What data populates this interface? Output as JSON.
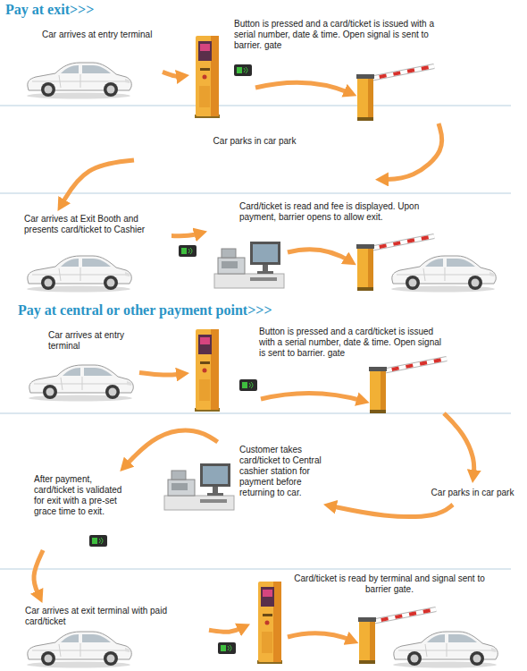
{
  "diagram": {
    "nodes": [
      {
        "text": [
          "Car arrives at entry terminal"
        ]
      },
      {
        "text": [
          "Button is pressed and a card/ticket is issued with a serial number, date & time. Open signal is sent to barrier. gate"
        ]
      },
      {
        "text": [
          "Car parks in car park"
        ]
      },
      {
        "text": [
          "Car arrives at Exit Booth and presents card/ticket to Cashier"
        ]
      },
      {
        "text": [
          "Card/ticket is read and fee is displayed. Upon payment, barrier opens to allow exit."
        ]
      },
      {
        "text": [
          "Car arrives at entry terminal"
        ]
      },
      {
        "text": [
          "Button is pressed and a card/ticket is issued with a serial number, date & time. Open signal is sent to barrier. gate"
        ]
      },
      {
        "text": [
          "Car parks in car park"
        ]
      },
      {
        "text": [
          "Customer takes card/ticket to Central cashier station for payment before returning to car."
        ]
      },
      {
        "text": [
          "After payment, card/ticket is validated for exit with a pre-set grace time to exit."
        ]
      },
      {
        "text": [
          "Car arrives at exit terminal with paid card/ticket"
        ]
      },
      {
        "text": [
          "Card/ticket is read by terminal and signal sent to barrier gate."
        ]
      }
    ],
    "edges": [
      {
        "from": 0,
        "to": 1,
        "arrow": "to"
      },
      {
        "from": 1,
        "to": 2,
        "arrow": "to"
      },
      {
        "from": 2,
        "to": 3,
        "arrow": "to"
      },
      {
        "from": 3,
        "to": 4,
        "arrow": "to"
      },
      {
        "from": 5,
        "to": 6,
        "arrow": "to"
      },
      {
        "from": 6,
        "to": 7,
        "arrow": "to"
      },
      {
        "from": 7,
        "to": 8,
        "arrow": "to"
      },
      {
        "from": 8,
        "to": 9,
        "arrow": "to"
      },
      {
        "from": 9,
        "to": 10,
        "arrow": "to"
      },
      {
        "from": 10,
        "to": 11,
        "arrow": "to"
      }
    ],
    "labels": [
      "Pay at exit>>>",
      "Pay at central or other payment point>>>"
    ]
  }
}
